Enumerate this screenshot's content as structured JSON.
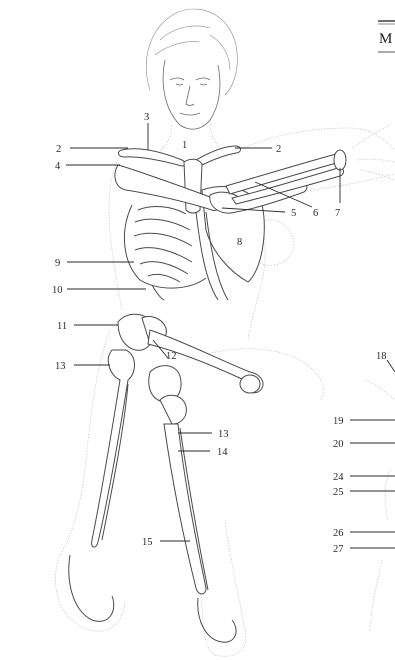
{
  "header": {
    "title_fragment": "M"
  },
  "labels": {
    "l1": "1",
    "l2a": "2",
    "l2b": "2",
    "l3": "3",
    "l4": "4",
    "l5": "5",
    "l6": "6",
    "l7": "7",
    "l8": "8",
    "l9": "9",
    "l10": "10",
    "l11": "11",
    "l12": "12",
    "l13a": "13",
    "l13b": "13",
    "l14": "14",
    "l15": "15",
    "l18": "18",
    "l19": "19",
    "l20": "20",
    "l24": "24",
    "l25": "25",
    "l26": "26",
    "l27": "27"
  }
}
